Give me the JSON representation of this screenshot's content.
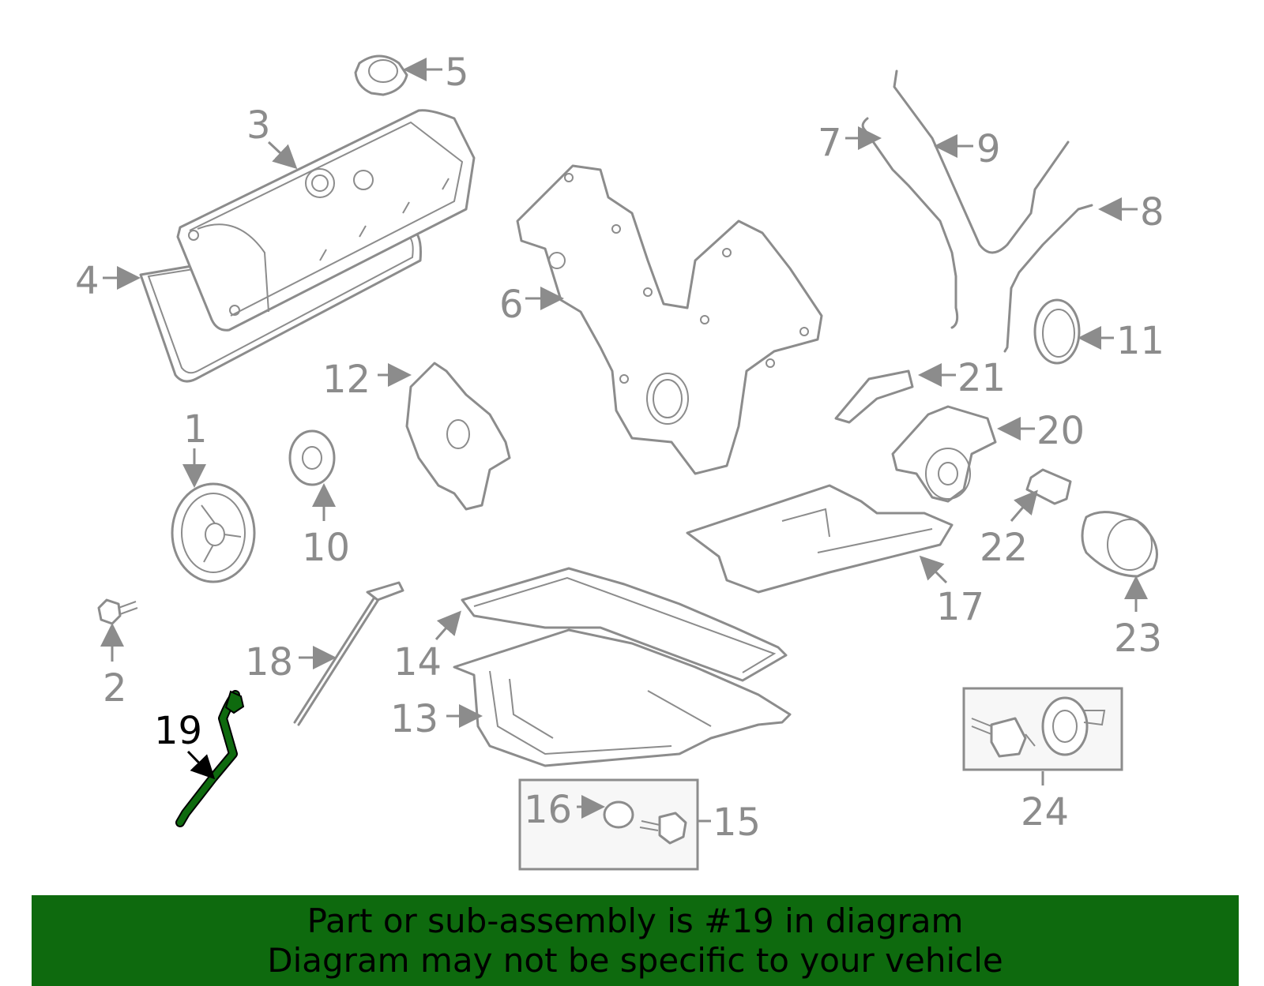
{
  "diagram": {
    "highlight_color": "#0e6a0e",
    "line_color": "#8c8c8c",
    "callouts": [
      {
        "id": "1",
        "label": "1"
      },
      {
        "id": "2",
        "label": "2"
      },
      {
        "id": "3",
        "label": "3"
      },
      {
        "id": "4",
        "label": "4"
      },
      {
        "id": "5",
        "label": "5"
      },
      {
        "id": "6",
        "label": "6"
      },
      {
        "id": "7",
        "label": "7"
      },
      {
        "id": "8",
        "label": "8"
      },
      {
        "id": "9",
        "label": "9"
      },
      {
        "id": "10",
        "label": "10"
      },
      {
        "id": "11",
        "label": "11"
      },
      {
        "id": "12",
        "label": "12"
      },
      {
        "id": "13",
        "label": "13"
      },
      {
        "id": "14",
        "label": "14"
      },
      {
        "id": "15",
        "label": "15"
      },
      {
        "id": "16",
        "label": "16"
      },
      {
        "id": "17",
        "label": "17"
      },
      {
        "id": "18",
        "label": "18"
      },
      {
        "id": "19",
        "label": "19"
      },
      {
        "id": "20",
        "label": "20"
      },
      {
        "id": "21",
        "label": "21"
      },
      {
        "id": "22",
        "label": "22"
      },
      {
        "id": "23",
        "label": "23"
      },
      {
        "id": "24",
        "label": "24"
      }
    ]
  },
  "banner": {
    "line1": "Part or sub-assembly is #19 in diagram",
    "line2": "Diagram may not be specific to your vehicle",
    "background": "#0e6a0e"
  }
}
